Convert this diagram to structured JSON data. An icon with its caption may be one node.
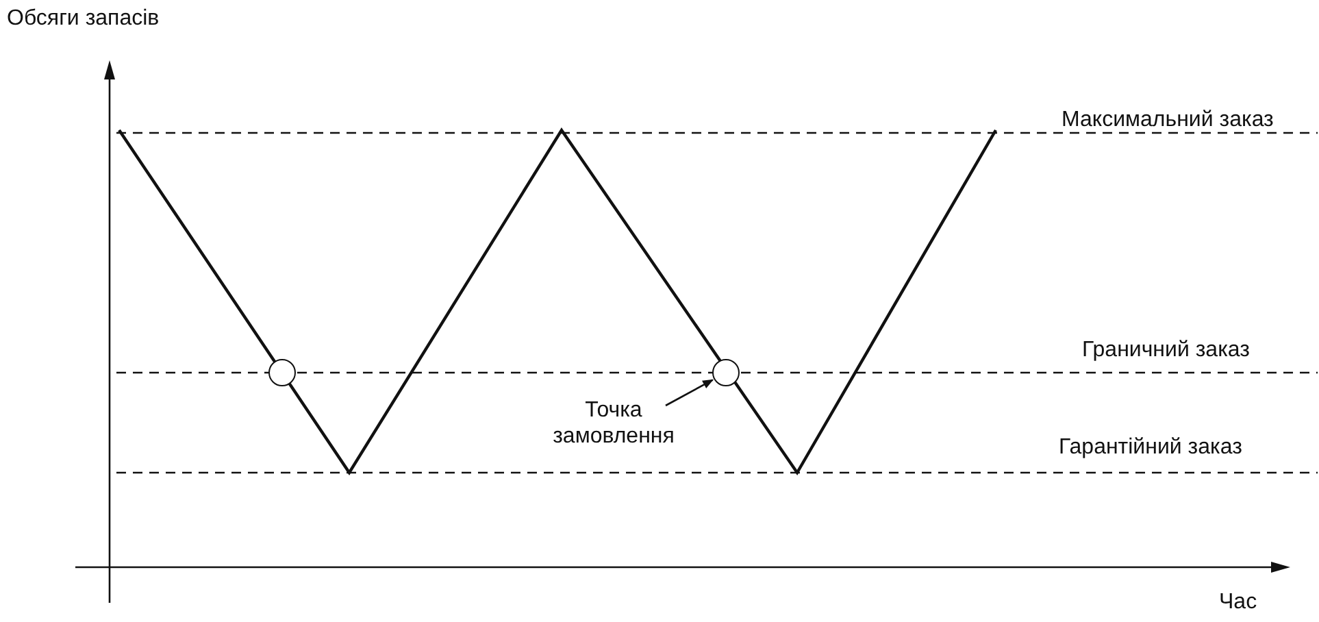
{
  "diagram": {
    "nodes": [
      {
        "text": [],
        "shape": "circle"
      },
      {
        "text": [],
        "shape": "circle"
      },
      {
        "text": [
          "Точка замовлення"
        ]
      }
    ],
    "edges": [
      {
        "from": 2,
        "to": 1,
        "arrow": "to"
      }
    ],
    "labels": [
      "Обсяги запасів",
      "Максимальний заказ",
      "Граничний заказ",
      "Гарантійний заказ",
      "Час"
    ]
  }
}
